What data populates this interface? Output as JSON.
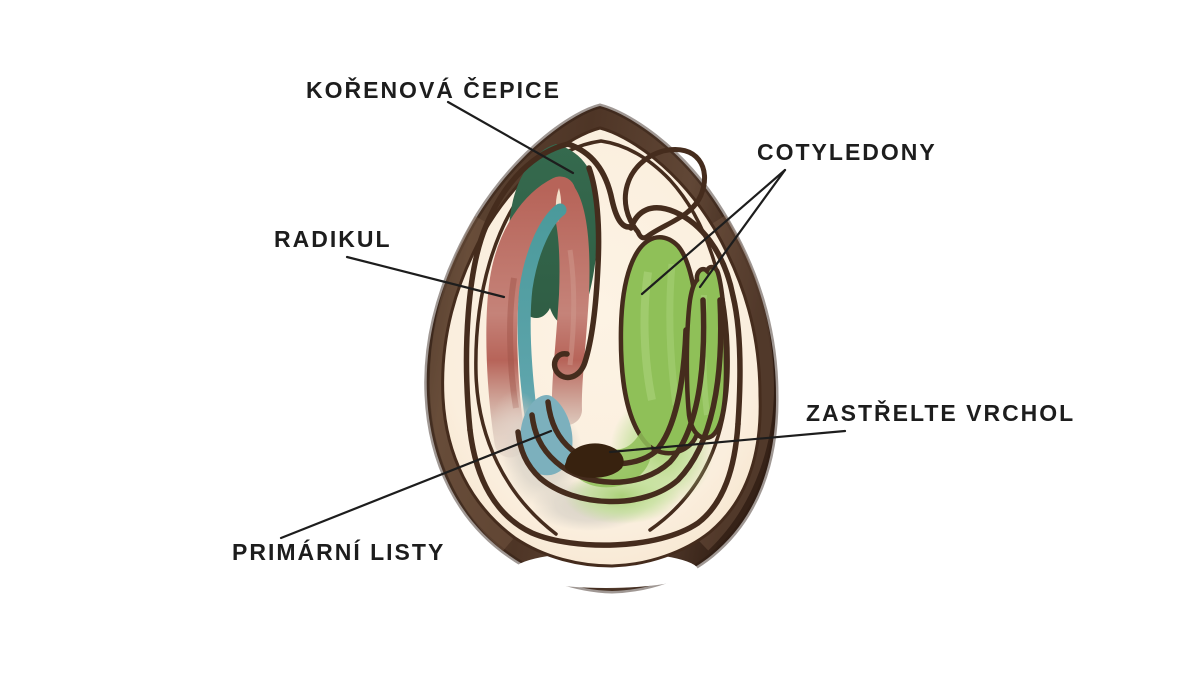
{
  "figure": {
    "type": "labeled-diagram",
    "subject": "seed-cross-section",
    "labels": [
      {
        "id": "korenova-cepice",
        "text": "KOŘENOVÁ ČEPICE"
      },
      {
        "id": "cotyledony",
        "text": "COTYLEDONY"
      },
      {
        "id": "radikul",
        "text": "RADIKUL"
      },
      {
        "id": "zastrelte-vrchol",
        "text": "ZASTŘELTE VRCHOL"
      },
      {
        "id": "primarni-listy",
        "text": "PRIMÁRNÍ LISTY"
      }
    ]
  },
  "colors": {
    "label_text": "#1d1d1d",
    "leader_line": "#1d1d1d",
    "background": "#ffffff",
    "seed_coat": "#4e3526",
    "seed_coat_dark": "#2e1d12",
    "seed_coat_light": "#7d5f49",
    "interior": "#faeedd",
    "interior_edge": "#f6e2c8",
    "outline": "#452c1d",
    "root_cap": "#2f5d44",
    "radicle": "#b76459",
    "radicle_light": "#c58379",
    "plumule_strip": "#4b9a9b",
    "primary_leaves": "#7cb0bd",
    "cotyledon": "#8fc058",
    "cotyledon_light": "#c2e09a",
    "shoot_apex": "#38220f",
    "fade_grey": "#d8d2c7",
    "fade_pink": "#e3d2c8"
  }
}
